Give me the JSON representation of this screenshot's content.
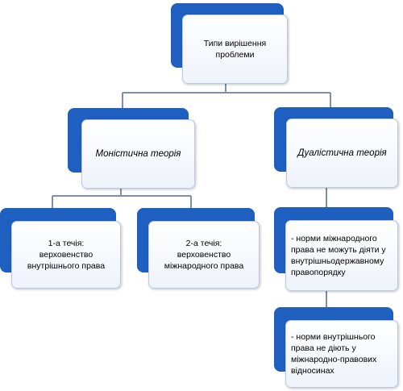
{
  "diagram": {
    "root": {
      "label": "Типи вирішення проблеми"
    },
    "monistic": {
      "label": "Моністична теорія"
    },
    "dualistic": {
      "label": "Дуалістична теорія"
    },
    "current1": {
      "label": "1-а течія:\nверховенство внутрішнього права"
    },
    "current2": {
      "label": "2-а течія:\nверховенство міжнародного права"
    },
    "dual1": {
      "label": "- норми міжнародного права не можуть діяти у внутрішньодержавному правопорядку"
    },
    "dual2": {
      "label": "- норми внутрішнього права не діють у міжнародно-правових відносинах"
    }
  }
}
